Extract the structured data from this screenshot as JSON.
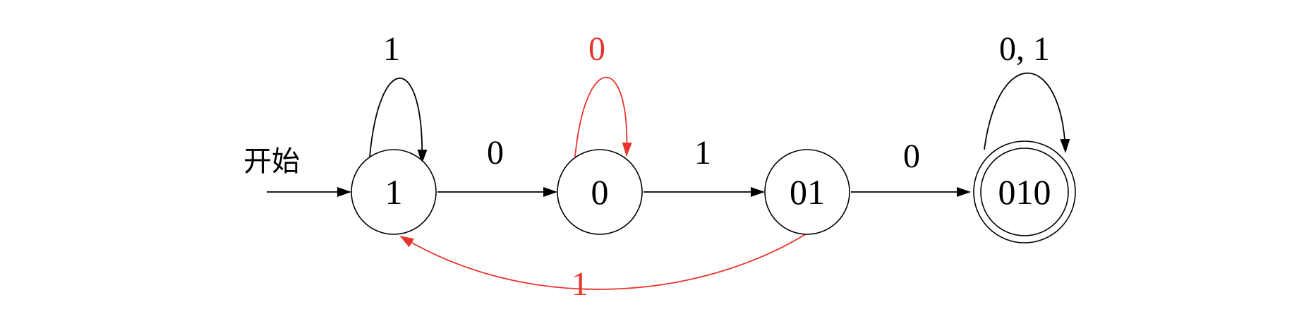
{
  "start_label": "开始",
  "colors": {
    "default": "#000000",
    "highlight": "#e8342c"
  },
  "states": [
    {
      "id": "s1",
      "label": "1",
      "accepting": false
    },
    {
      "id": "s0",
      "label": "0",
      "accepting": false
    },
    {
      "id": "s01",
      "label": "01",
      "accepting": false
    },
    {
      "id": "s010",
      "label": "010",
      "accepting": true
    }
  ],
  "transitions": [
    {
      "id": "t-1-1",
      "from": "1",
      "to": "1",
      "label": "1",
      "color": "#000000"
    },
    {
      "id": "t-1-0",
      "from": "1",
      "to": "0",
      "label": "0",
      "color": "#000000"
    },
    {
      "id": "t-0-0",
      "from": "0",
      "to": "0",
      "label": "0",
      "color": "#e8342c"
    },
    {
      "id": "t-0-01",
      "from": "0",
      "to": "01",
      "label": "1",
      "color": "#000000"
    },
    {
      "id": "t-01-010",
      "from": "01",
      "to": "010",
      "label": "0",
      "color": "#000000"
    },
    {
      "id": "t-010-010",
      "from": "010",
      "to": "010",
      "label": "0, 1",
      "color": "#000000"
    },
    {
      "id": "t-01-1",
      "from": "01",
      "to": "1",
      "label": "1",
      "color": "#e8342c"
    }
  ]
}
